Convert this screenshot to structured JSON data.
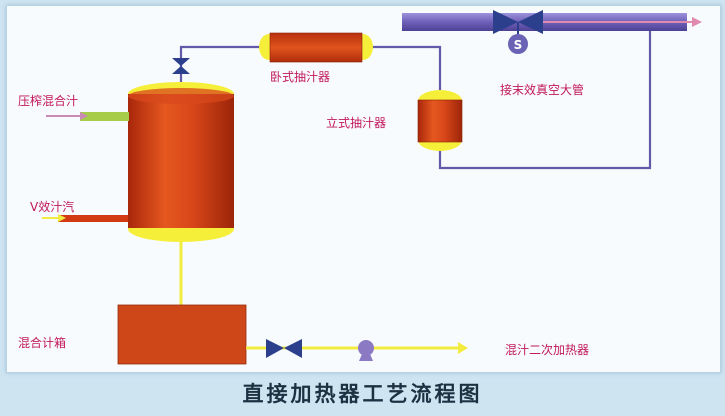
{
  "diagram": {
    "title": "直接加热器工艺流程图",
    "labels": {
      "feed_inlet": "压榨混合汁",
      "steam_inlet": "V效汁汽",
      "horizontal_extractor": "卧式抽汁器",
      "vertical_extractor": "立式抽汁器",
      "vacuum_main": "接末效真空大管",
      "mixed_juice_tank": "混合计箱",
      "outlet": "混汁二次加热器"
    },
    "symbols": {
      "solenoid_valve": "S"
    },
    "colors": {
      "vessel_red": "#d5471c",
      "cap_yellow": "#f6ef3a",
      "pipe_yellow": "#f2ec41",
      "pipe_purple": "#6259a8",
      "vacuum_pipe": "#7f72c2",
      "valve_navy": "#2c3f8c",
      "label_pink": "#c2185b",
      "feed_green": "#a6cc4a",
      "arrow_pink": "#e08ab0"
    }
  }
}
